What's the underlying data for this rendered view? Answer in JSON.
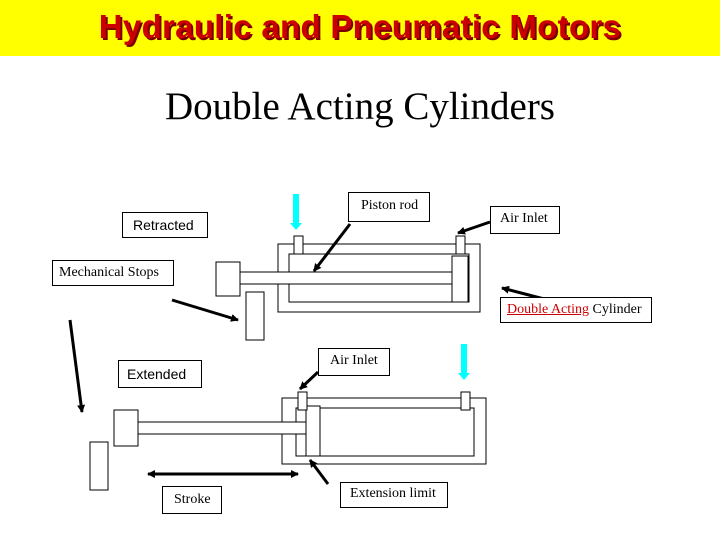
{
  "header": {
    "title": "Hydraulic and Pneumatic Motors"
  },
  "slide": {
    "subtitle": "Double Acting Cylinders"
  },
  "labels": {
    "piston_rod": "Piston rod",
    "air_inlet_top": "Air Inlet",
    "retracted": "Retracted",
    "mechanical_stops": "Mechanical Stops",
    "double_acting_colored": "Double Acting",
    "cylinder_word": "Cylinder",
    "extended": "Extended",
    "air_inlet_bottom": "Air Inlet",
    "stroke": "Stroke",
    "extension_limit": "Extension limit"
  },
  "colors": {
    "banner": "#ffff00",
    "banner_text": "#cc0000",
    "inlet_arrow": "#00ffff",
    "accent_text": "#cc0000"
  }
}
